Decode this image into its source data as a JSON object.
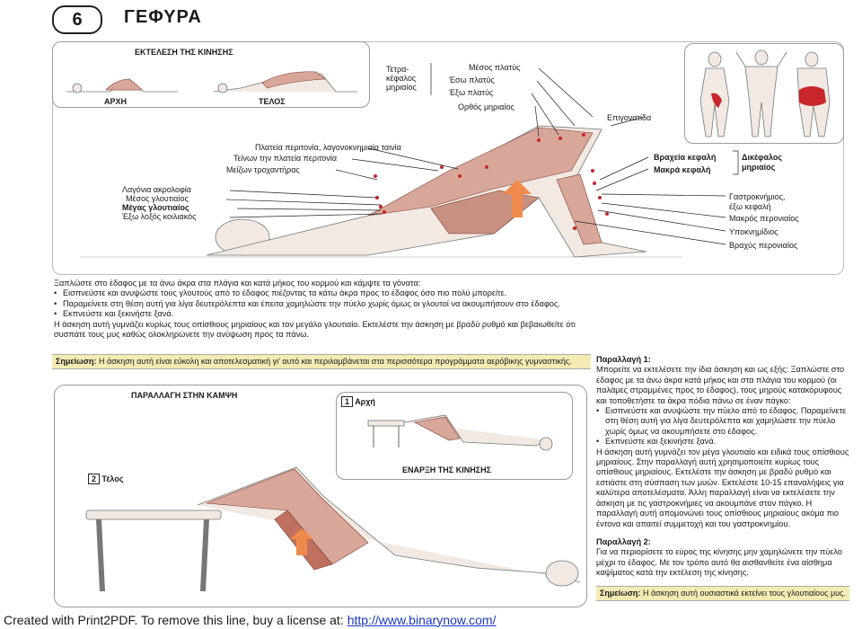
{
  "header": {
    "number": "6",
    "title": "ΓΕΦΥΡΑ"
  },
  "top_panel": {
    "label": "ΕΚΤΕΛΕΣΗ ΤΗΣ ΚΙΝΗΣΗΣ",
    "start": "ΑΡΧΗ",
    "end": "ΤΕΛΟΣ"
  },
  "labels": {
    "tetra": [
      "Τετρα-",
      "κέφαλος",
      "μηριαίος"
    ],
    "mesos_platys": "Μέσος πλατύς",
    "eso_platys": "Έσω πλατύς",
    "exo_platys": "Έξω πλατύς",
    "orthos": "Ορθός μηριαίος",
    "epigonatida": "Επιγονατίδα",
    "plateia_peritonia": "Πλατεία περιτονία, λαγονοκνημιαία ταινία",
    "teinon": "Τείνων την πλατεία περιτονία",
    "meizon": "Μείζων τροχαντήρας",
    "lagonia": "Λαγόνια ακρολοφία",
    "mesos_gloutiaios": "Μέσος γλουτιαίος",
    "megas_gloutiaios": "Μέγας γλουτιαίος",
    "exo_loxos": "Έξω λοξός κοιλιακός",
    "vraxeia": "Βραχεία κεφαλή",
    "makra": "Μακρά κεφαλή",
    "dikefalos": [
      "Δικέφαλος",
      "μηριαίος"
    ],
    "gastrok": [
      "Γαστροκνήμιος,",
      "έξω κεφαλή"
    ],
    "makros_per": "Μακρός περονιαίος",
    "ypoknim": "Υποκνημίδιος",
    "vraxys_per": "Βραχύς περονιαίος"
  },
  "instructions": {
    "intro": "Ξαπλώστε στο έδαφος με τα άνω άκρα στα πλάγια και κατά μήκος του κορμού και κάμψτε τα γόνατα:",
    "bullets": [
      "Εισπνεύστε και ανυψώστε τους γλουτούς από το έδαφος πιέζοντας τα κάτω άκρα προς το έδαφος όσο πιο πολύ μπορείτε.",
      "Παραμείνετε στη θέση αυτή για λίγα δευτερόλεπτα και έπειτα χαμηλώστε την πύελο χωρίς όμως οι γλουτοί να ακουμπήσουν στο έδαφος.",
      "Εκπνεύστε και ξεκινήστε ξανά."
    ],
    "outro": "Η άσκηση αυτή γυμνάζει κυρίως τους οπίσθιους μηριαίους και τον μεγάλο γλουτιαίο. Εκτελέστε την άσκηση με βραδύ ρυθμό και βεβαιωθείτε ότι συσπάτε τους μυς καθώς ολοκληρώνετε την ανύψωση προς τα πάνω."
  },
  "note1": {
    "lead": "Σημείωση:",
    "text": "Η άσκηση αυτή είναι εύκολη και αποτελεσματική γι' αυτό και περιλαμβάνεται στα περισσότερα προγράμματα αερόβικης γυμναστικής."
  },
  "bottom_panel": {
    "label": "ΠΑΡΑΛΛΑΓΗ ΣΤΗΝ ΚΑΜΨΗ",
    "step1_num": "1",
    "step1": "Αρχή",
    "step2_num": "2",
    "step2": "Τέλος",
    "start_move": "ΕΝΑΡΞΗ ΤΗΣ ΚΙΝΗΣΗΣ"
  },
  "variation1": {
    "title": "Παραλλαγή 1:",
    "intro": "Μπορείτε να εκτελέσετε την ίδια άσκηση και ως εξής: Ξαπλώστε στο έδαφος με τα άνω άκρα κατά μήκος και στα πλάγια του κορμού (οι παλάμες στραμμένες προς το έδαφος), τους μηρούς κατακόρυφους και τοποθετήστε τα άκρα πόδια πάνω σε έναν πάγκο:",
    "bullets": [
      "Εισπνεύστε και ανυψώστε την πύελο από το έδαφος. Παραμείνετε στη θέση αυτή για λίγα δευτερόλεπτα και χαμηλώστε την πύελο χωρίς όμως να ακουμπήσετε στο έδαφος.",
      "Εκπνεύστε και ξεκινήστε ξανά."
    ],
    "outro": "Η άσκηση αυτή γυμνάζει τον μέγα γλουτιαίο και ειδικά τους οπίσθιους μηριαίους. Στην παραλλαγή αυτή χρησιμοποιείτε κυρίως τους οπίσθιους μηριαίους. Εκτελέστε την άσκηση με βραδύ ρυθμό και εστιάστε στη σύσπαση των μυών. Εκτελέστε 10-15 επαναλήψεις για καλύτερα αποτελέσματα. Άλλη παραλλαγή είναι να εκτελέσετε την άσκηση με τις γαστροκνήμιες να ακουμπάνε στον πάγκο. Η παραλλαγή αυτή απομονώνει τους οπίσθιους μηριαίους ακόμα πιο έντονα και απαιτεί συμμετοχή και του γαστροκνημίου."
  },
  "variation2": {
    "title": "Παραλλαγή 2:",
    "text": "Για να περιορίσετε το εύρος της κίνησης μην χαμηλώνετε την πύελο μέχρι το έδαφος. Με τον τρόπο αυτό θα αισθανθείτε ένα αίσθημα καψίματος κατά την εκτέλεση της κίνησης."
  },
  "note2": {
    "lead": "Σημείωση:",
    "text": "Η άσκηση αυτή ουσιαστικά εκτείνει τους γλουτιαίους μυς."
  },
  "footer": {
    "text": "Created with Print2PDF. To remove this line, buy a license at:",
    "link": "http://www.binarynow.com/"
  },
  "colors": {
    "muscle": "#d9a79a",
    "muscle_highlight": "#c8262a",
    "note_bg": "#f4ebb4",
    "arrow": "#f08a4b",
    "link": "#1a36c4"
  }
}
